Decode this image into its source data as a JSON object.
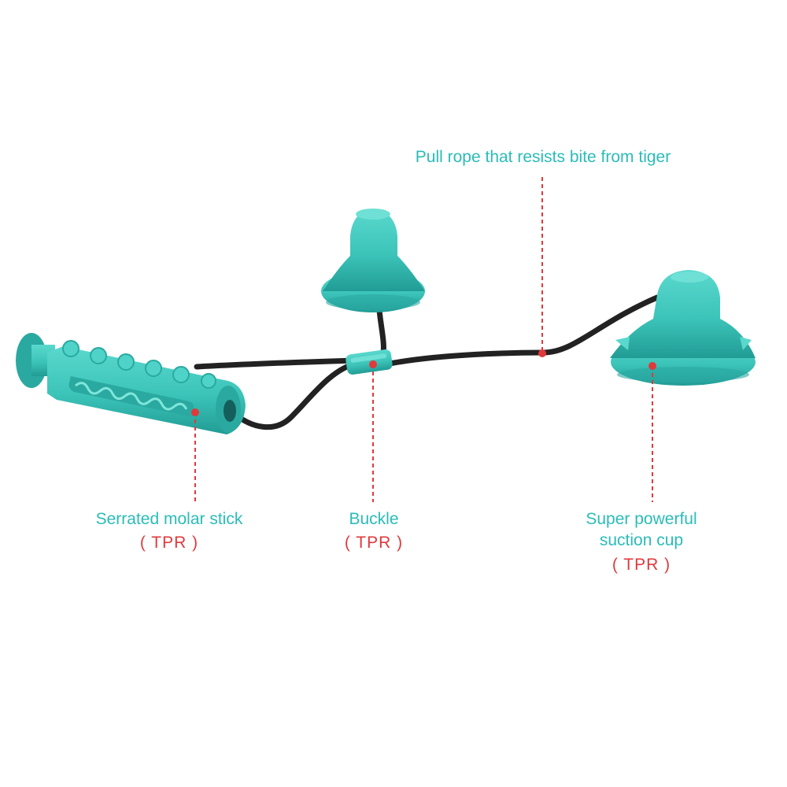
{
  "colors": {
    "toy_body": "#3cc4b9",
    "toy_shadow": "#1f9a93",
    "rope": "#222222",
    "label_name": "#2bbcb8",
    "label_material": "#e0393c",
    "leader_line": "#e0393c"
  },
  "callouts": {
    "rope": {
      "name": "Pull rope that resists bite from tiger"
    },
    "stick": {
      "name": "Serrated molar stick",
      "material": "( TPR )"
    },
    "buckle": {
      "name": "Buckle",
      "material": "( TPR )"
    },
    "cup": {
      "name_line1": "Super powerful",
      "name_line2": "suction cup",
      "material": "( TPR )"
    }
  }
}
